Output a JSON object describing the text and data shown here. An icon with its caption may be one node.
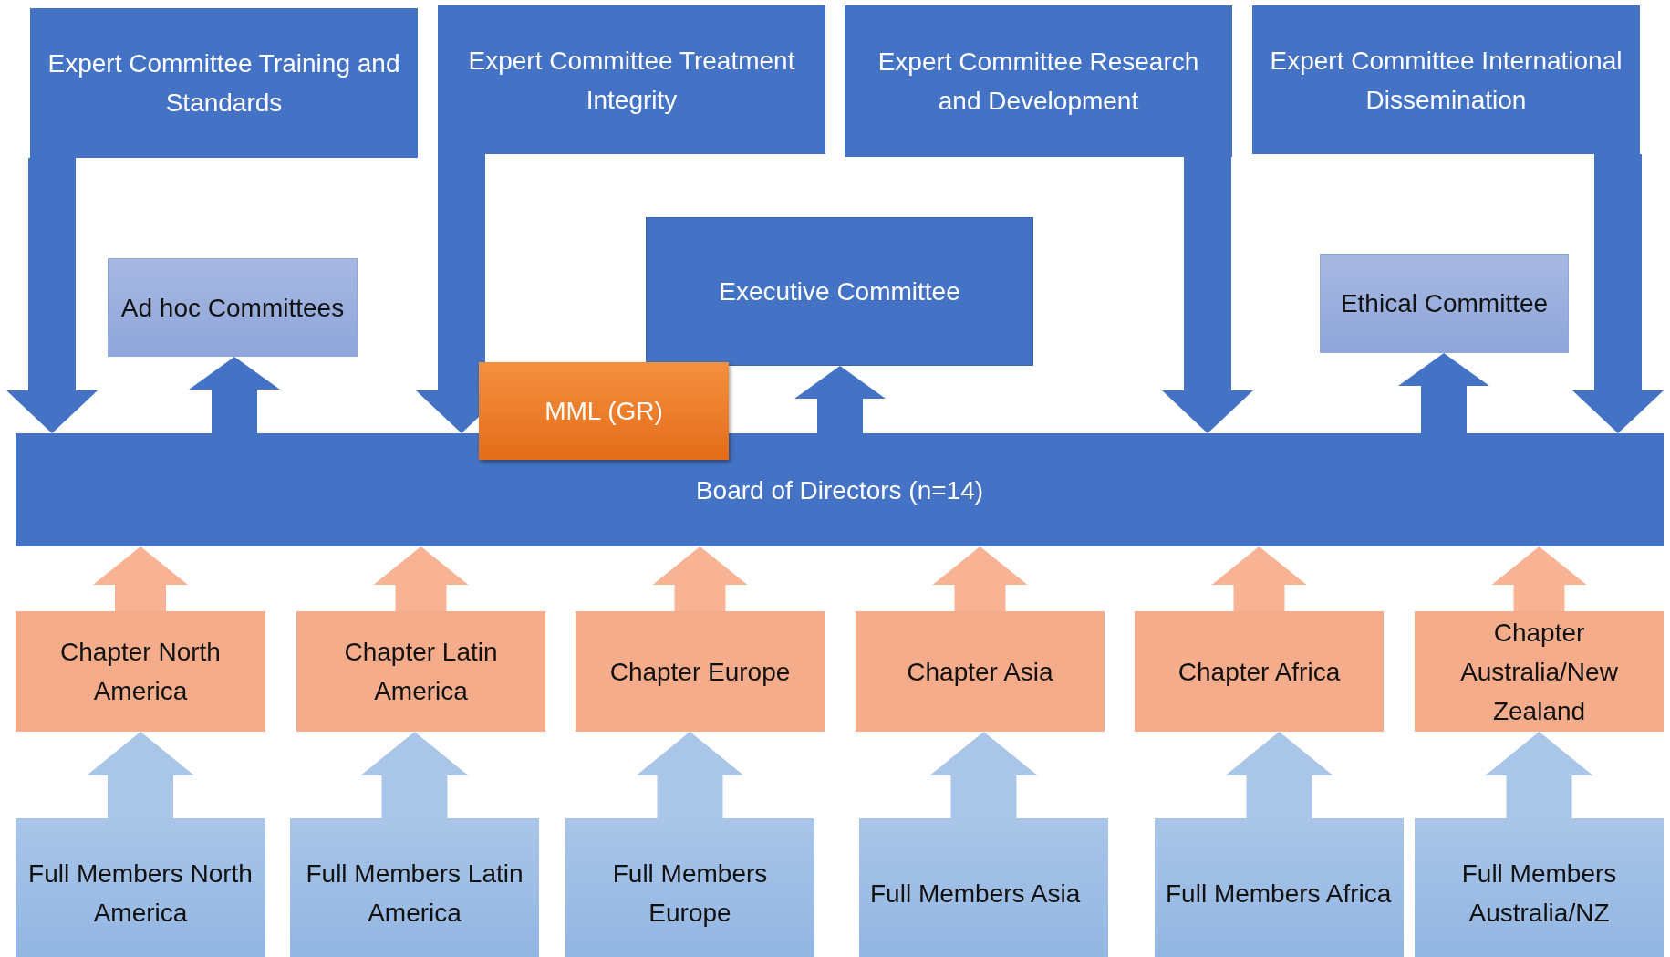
{
  "diagram": {
    "nodes": [
      {
        "text": [
          "Expert Committee Training and Standards"
        ]
      },
      {
        "text": [
          "Expert Committee Treatment Integrity"
        ]
      },
      {
        "text": [
          "Expert Committee Research and Development"
        ]
      },
      {
        "text": [
          "Expert Committee International Dissemination"
        ]
      },
      {
        "text": [
          "Ad hoc Committees"
        ]
      },
      {
        "text": [
          "Executive Committee"
        ]
      },
      {
        "text": [
          "Ethical Committee"
        ]
      },
      {
        "text": [
          "MML (GR)"
        ]
      },
      {
        "text": [
          "Board of Directors (n=14)"
        ]
      },
      {
        "text": [
          "Chapter North America"
        ]
      },
      {
        "text": [
          "Chapter Latin America"
        ]
      },
      {
        "text": [
          "Chapter Europe"
        ]
      },
      {
        "text": [
          "Chapter Asia"
        ]
      },
      {
        "text": [
          "Chapter Africa"
        ]
      },
      {
        "text": [
          "Chapter Australia/New Zealand"
        ]
      },
      {
        "text": [
          "Full Members North America"
        ]
      },
      {
        "text": [
          "Full Members Latin America"
        ]
      },
      {
        "text": [
          "Full Members Europe"
        ]
      },
      {
        "text": [
          "Full Members Asia"
        ]
      },
      {
        "text": [
          "Full Members Africa"
        ]
      },
      {
        "text": [
          "Full Members Australia/NZ"
        ]
      }
    ],
    "edges": [
      {
        "from": 0,
        "to": 8,
        "arrow": "to",
        "style": "thick"
      },
      {
        "from": 1,
        "to": 8,
        "arrow": "to",
        "style": "thick"
      },
      {
        "from": 2,
        "to": 8,
        "arrow": "to",
        "style": "thick"
      },
      {
        "from": 3,
        "to": 8,
        "arrow": "to",
        "style": "thick"
      },
      {
        "from": 8,
        "to": 4,
        "arrow": "to",
        "style": "thick"
      },
      {
        "from": 8,
        "to": 5,
        "arrow": "to",
        "style": "thick"
      },
      {
        "from": 8,
        "to": 6,
        "arrow": "to",
        "style": "thick"
      },
      {
        "from": 9,
        "to": 8,
        "arrow": "to",
        "style": "thick",
        "color": "#f7b393"
      },
      {
        "from": 10,
        "to": 8,
        "arrow": "to",
        "style": "thick",
        "color": "#f7b393"
      },
      {
        "from": 11,
        "to": 8,
        "arrow": "to",
        "style": "thick",
        "color": "#f7b393"
      },
      {
        "from": 12,
        "to": 8,
        "arrow": "to",
        "style": "thick",
        "color": "#f7b393"
      },
      {
        "from": 13,
        "to": 8,
        "arrow": "to",
        "style": "thick",
        "color": "#f7b393"
      },
      {
        "from": 14,
        "to": 8,
        "arrow": "to",
        "style": "thick",
        "color": "#f7b393"
      },
      {
        "from": 15,
        "to": 9,
        "arrow": "to",
        "style": "thick",
        "color": "#a9c5e8"
      },
      {
        "from": 16,
        "to": 10,
        "arrow": "to",
        "style": "thick",
        "color": "#a9c5e8"
      },
      {
        "from": 17,
        "to": 11,
        "arrow": "to",
        "style": "thick",
        "color": "#a9c5e8"
      },
      {
        "from": 18,
        "to": 12,
        "arrow": "to",
        "style": "thick",
        "color": "#a9c5e8"
      },
      {
        "from": 19,
        "to": 13,
        "arrow": "to",
        "style": "thick",
        "color": "#a9c5e8"
      },
      {
        "from": 20,
        "to": 14,
        "arrow": "to",
        "style": "thick",
        "color": "#a9c5e8"
      }
    ]
  }
}
